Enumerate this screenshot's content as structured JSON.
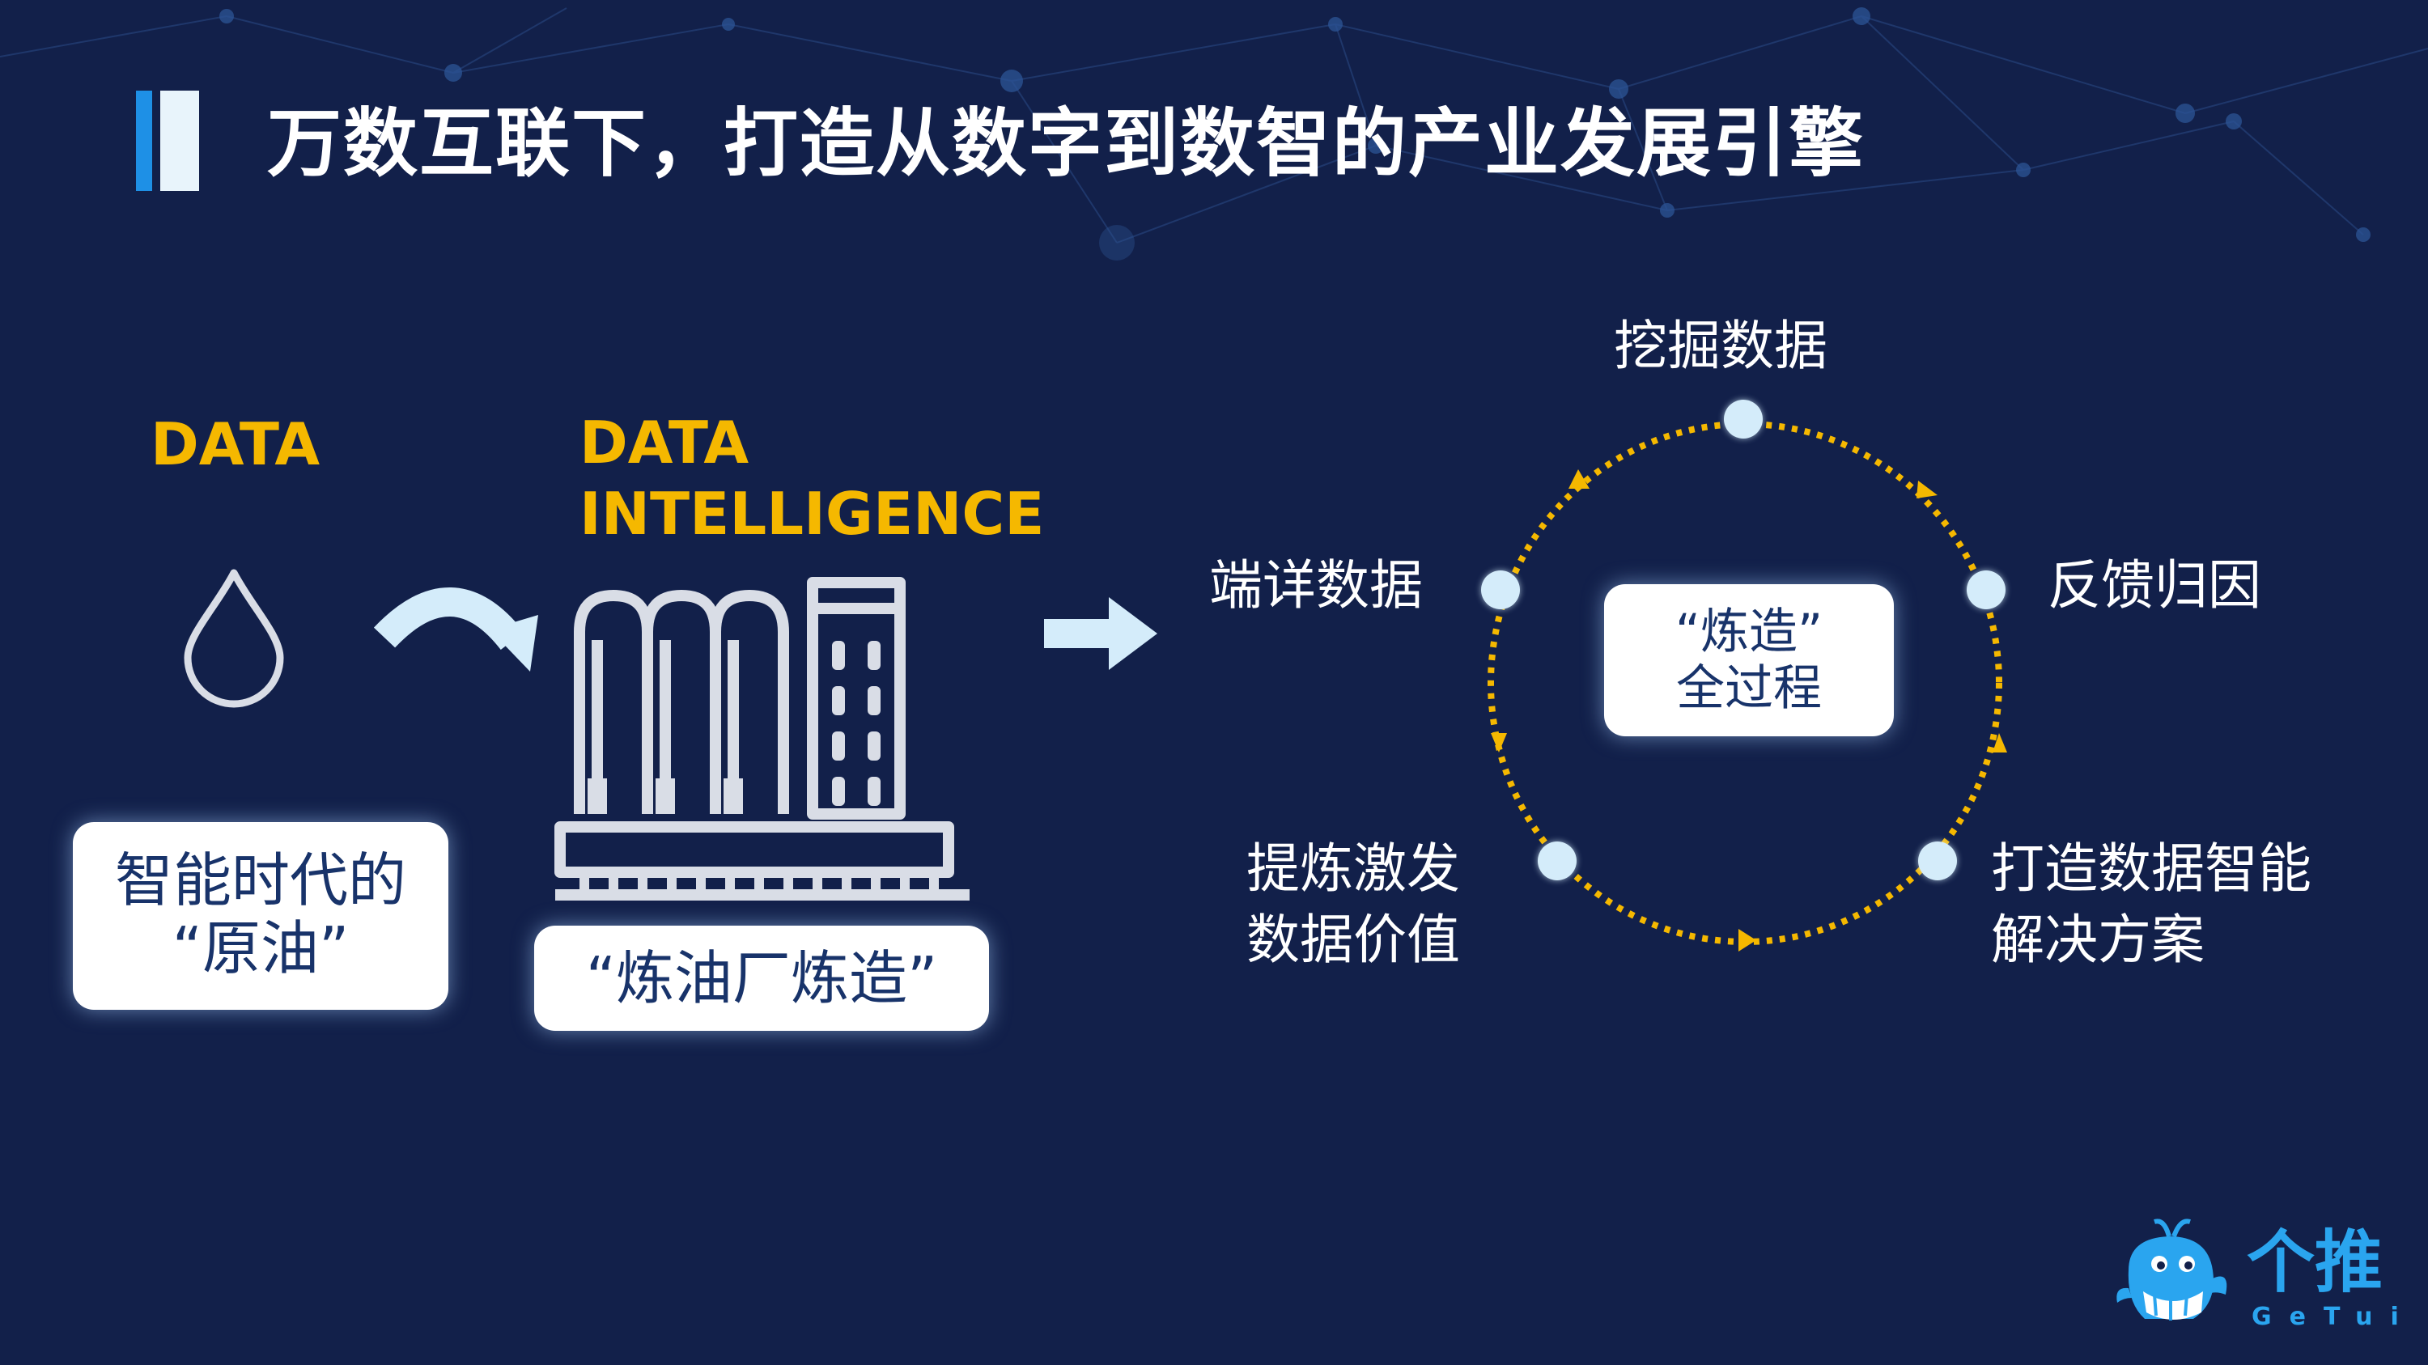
{
  "title": "万数互联下，打造从数字到数智的产业发展引擎",
  "left": {
    "data_label": "DATA",
    "data_intelligence_label_1": "DATA",
    "data_intelligence_label_2": "INTELLIGENCE",
    "oil_card_line1": "智能时代的",
    "oil_card_line2": "“原油”",
    "refinery_card": "“炼油厂炼造”"
  },
  "cycle": {
    "center_line1": "“炼造”",
    "center_line2": "全过程",
    "steps": [
      {
        "line1": "挖掘数据",
        "line2": ""
      },
      {
        "line1": "反馈归因",
        "line2": ""
      },
      {
        "line1": "打造数据智能",
        "line2": "解决方案"
      },
      {
        "line1": "提炼激发",
        "line2": "数据价值"
      },
      {
        "line1": "端详数据",
        "line2": ""
      }
    ]
  },
  "logo": {
    "chinese": "个推",
    "english": "GeTui"
  },
  "colors": {
    "background": "#12204a",
    "accent_yellow": "#f5b800",
    "accent_blue": "#1e90e6",
    "light_blue": "#d4ecfa",
    "card_text": "#18336a"
  },
  "icons": [
    "oil-drop-icon",
    "curved-arrow-icon",
    "refinery-icon",
    "right-arrow-icon",
    "whale-mascot-icon"
  ]
}
